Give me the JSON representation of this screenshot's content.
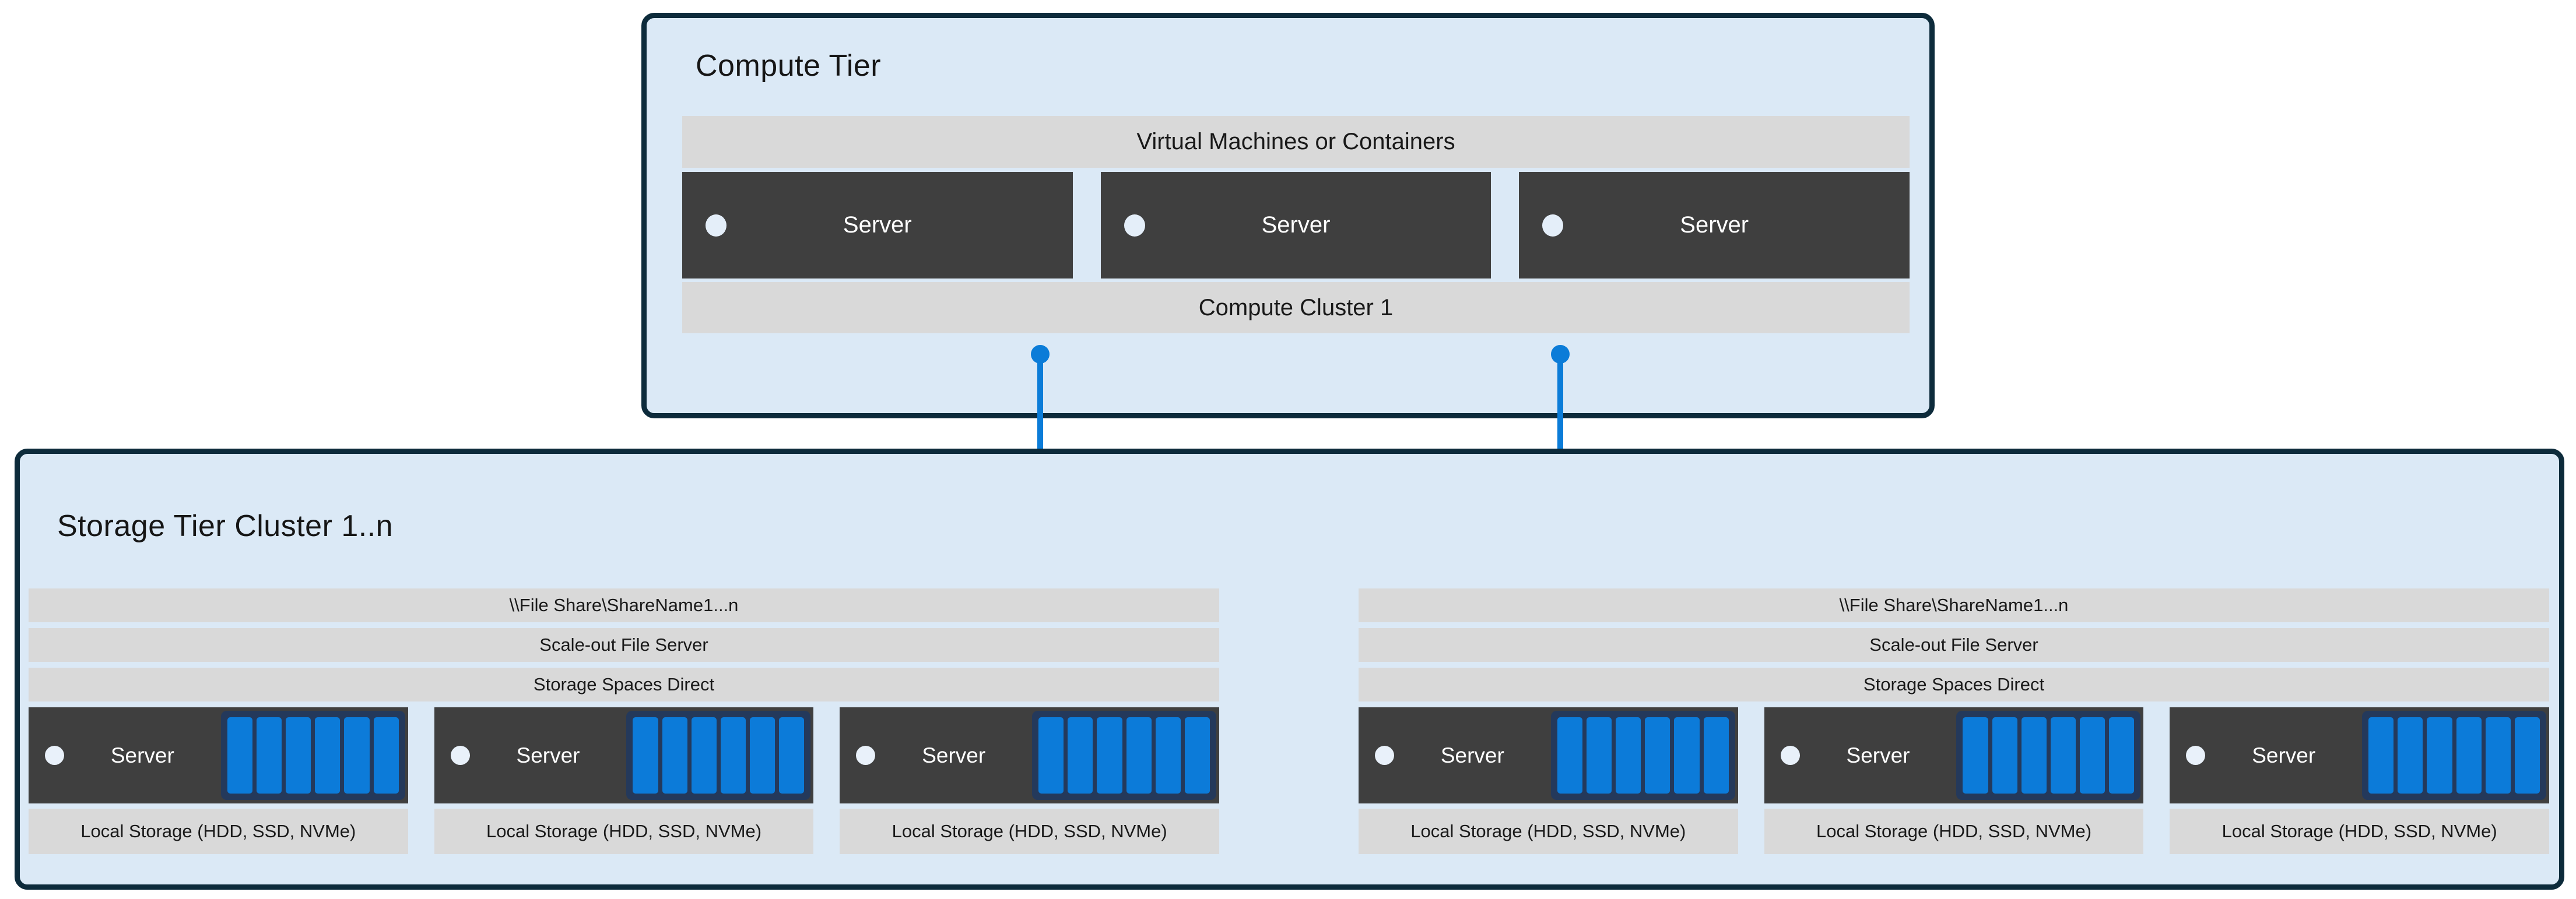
{
  "compute": {
    "title": "Compute Tier",
    "vm_layer": "Virtual Machines or Containers",
    "servers": [
      "Server",
      "Server",
      "Server"
    ],
    "cluster_label": "Compute Cluster 1"
  },
  "storage": {
    "title": "Storage Tier Cluster 1..n",
    "clusters": [
      {
        "file_share": "\\\\File Share\\ShareName1...n",
        "file_server": "Scale-out File Server",
        "spaces": "Storage Spaces Direct",
        "nodes": [
          {
            "label": "Server",
            "local_storage": "Local Storage (HDD, SSD, NVMe)"
          },
          {
            "label": "Server",
            "local_storage": "Local Storage (HDD, SSD, NVMe)"
          },
          {
            "label": "Server",
            "local_storage": "Local Storage (HDD, SSD, NVMe)"
          }
        ]
      },
      {
        "file_share": "\\\\File Share\\ShareName1...n",
        "file_server": "Scale-out File Server",
        "spaces": "Storage Spaces Direct",
        "nodes": [
          {
            "label": "Server",
            "local_storage": "Local Storage (HDD, SSD, NVMe)"
          },
          {
            "label": "Server",
            "local_storage": "Local Storage (HDD, SSD, NVMe)"
          },
          {
            "label": "Server",
            "local_storage": "Local Storage (HDD, SSD, NVMe)"
          }
        ]
      }
    ]
  },
  "icons": {
    "power_led": "power-led-icon",
    "folder": "folder-icon",
    "disk_array": "disk-array-icon",
    "connector": "connector-line"
  },
  "colors": {
    "tier_fill": "#DBE9F6",
    "tier_border": "#0D2B3B",
    "bar_gray": "#D9D9D9",
    "server_dark": "#3F3F3F",
    "accent_blue": "#0B7CD8",
    "folder_blue": "#0778D4",
    "disk_blue": "#0C7BD9",
    "disk_frame_navy": "#24395B",
    "led_light": "#E4EEF9"
  }
}
